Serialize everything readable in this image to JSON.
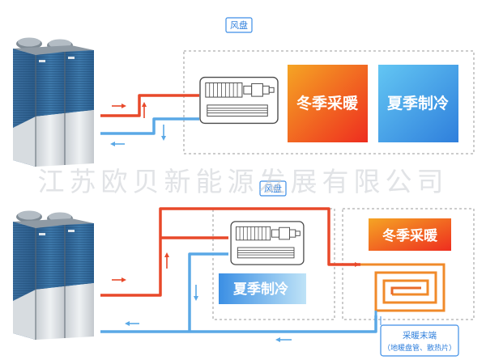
{
  "panels": {
    "top": {
      "fan_coil_tag": "风盘",
      "heating_label": "冬季采暖",
      "cooling_label": "夏季制冷"
    },
    "bottom": {
      "fan_coil_tag": "风盘",
      "heating_label": "冬季采暖",
      "cooling_label": "夏季制冷",
      "terminal_label_line1": "采暖末端",
      "terminal_label_line2": "（地暖盘管、散热片）"
    }
  },
  "watermark": "江苏欧贝新能源发展有限公司",
  "colors": {
    "hot_pipe": "#e8492a",
    "cold_pipe": "#5aa8e6",
    "tag_blue": "#3d8ee6",
    "heating_gradient_start": "#f5a524",
    "heating_gradient_end": "#ee2d1f",
    "cooling_gradient_start": "#5fc4f2",
    "cooling_gradient_end": "#2f86e0",
    "dashed_border": "#9a9a9a"
  }
}
